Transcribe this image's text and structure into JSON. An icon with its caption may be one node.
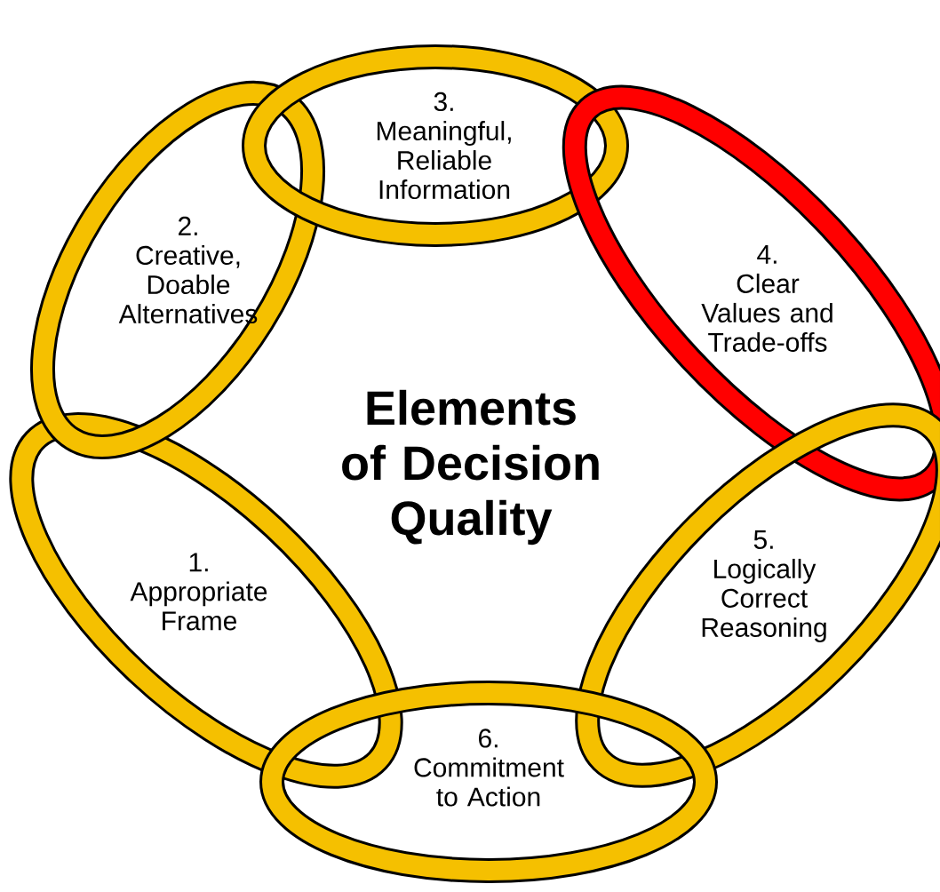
{
  "diagram": {
    "title": "Elements of Decision Quality",
    "nodes": [
      {
        "text": [
          "1.",
          "Appropriate Frame"
        ]
      },
      {
        "text": [
          "2.",
          "Creative, Doable Alternatives"
        ]
      },
      {
        "text": [
          "3.",
          "Meaningful, Reliable Information"
        ]
      },
      {
        "text": [
          "4.",
          "Clear Values and Trade-offs"
        ]
      },
      {
        "text": [
          "5.",
          "Logically Correct Reasoning"
        ]
      },
      {
        "text": [
          "6.",
          "Commitment to Action"
        ]
      }
    ]
  }
}
